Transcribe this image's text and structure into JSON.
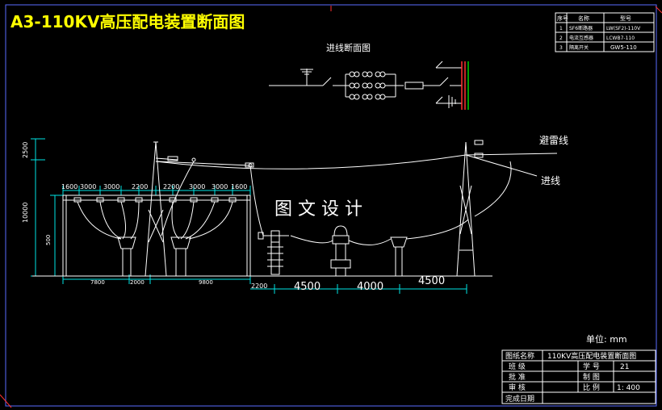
{
  "title": "A3-110KV高压配电装置断面图",
  "subtitle_incoming_section": "进线断面图",
  "watermark": "图 文 设 计",
  "label_lightning_wire": "避雷线",
  "label_incoming_line": "进线",
  "unit_label": "单位: mm",
  "vertical_dims": {
    "upper": "2500",
    "main": "10000",
    "lower": "500"
  },
  "top_dims": [
    "1600",
    "3000",
    "3000",
    "2200",
    "2200",
    "3000",
    "3000",
    "1600"
  ],
  "bottom_dims_small": [
    "7800",
    "2000",
    "9800",
    "2200"
  ],
  "bottom_dims_large": [
    "4500",
    "4000",
    "4500"
  ],
  "equipment_table": {
    "headers": [
      "序号",
      "名称",
      "型号"
    ],
    "rows": [
      [
        "1",
        "SF6断路器",
        "LW(SF2)-110V"
      ],
      [
        "2",
        "电流互感器",
        "LCWB7-110"
      ],
      [
        "3",
        "隔离开关",
        "GW5-110"
      ]
    ]
  },
  "title_block": {
    "drawing_name_label": "图纸名称",
    "drawing_name_value": "110KV高压配电装置断面图",
    "class_label": "班 级",
    "student_no_label": "学 号",
    "student_no_value": "21",
    "approve_label": "批 准",
    "drawn_label": "制 图",
    "review_label": "审 核",
    "scale_label": "比 例",
    "scale_value": "1: 400",
    "date_label": "完成日期"
  },
  "colors": {
    "background": "#000000",
    "line": "#ffffff",
    "title_text": "#ffff00",
    "frame_blue": "#5a6bff",
    "dim_cyan": "#00e5e5",
    "accent_red": "#ff3030",
    "green": "#00cc00"
  }
}
